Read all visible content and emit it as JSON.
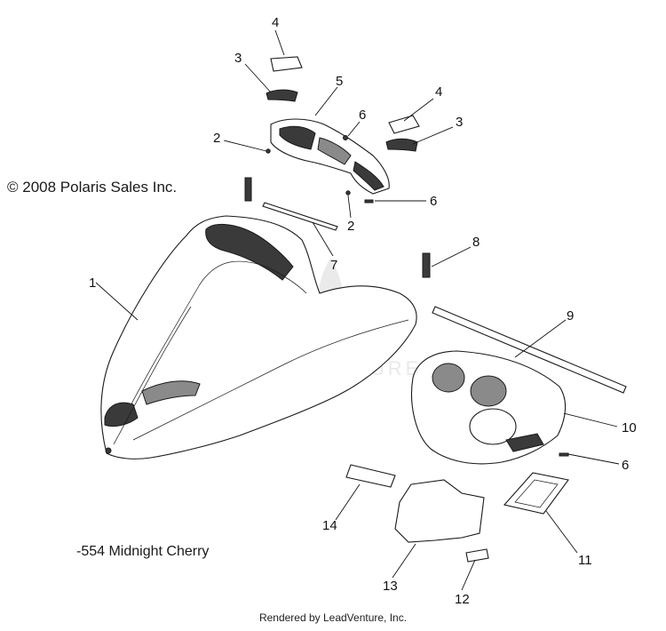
{
  "copyright": "© 2008 Polaris Sales Inc.",
  "color_note": "-554 Midnight Cherry",
  "footer": "Rendered by LeadVenture, Inc.",
  "watermark": "LEADVENTURE",
  "callouts": {
    "c1": "1",
    "c2a": "2",
    "c2b": "2",
    "c3a": "3",
    "c3b": "3",
    "c4a": "4",
    "c4b": "4",
    "c5": "5",
    "c6a": "6",
    "c6b": "6",
    "c6c": "6",
    "c7": "7",
    "c8": "8",
    "c9": "9",
    "c10": "10",
    "c11": "11",
    "c12": "12",
    "c13": "13",
    "c14": "14"
  }
}
